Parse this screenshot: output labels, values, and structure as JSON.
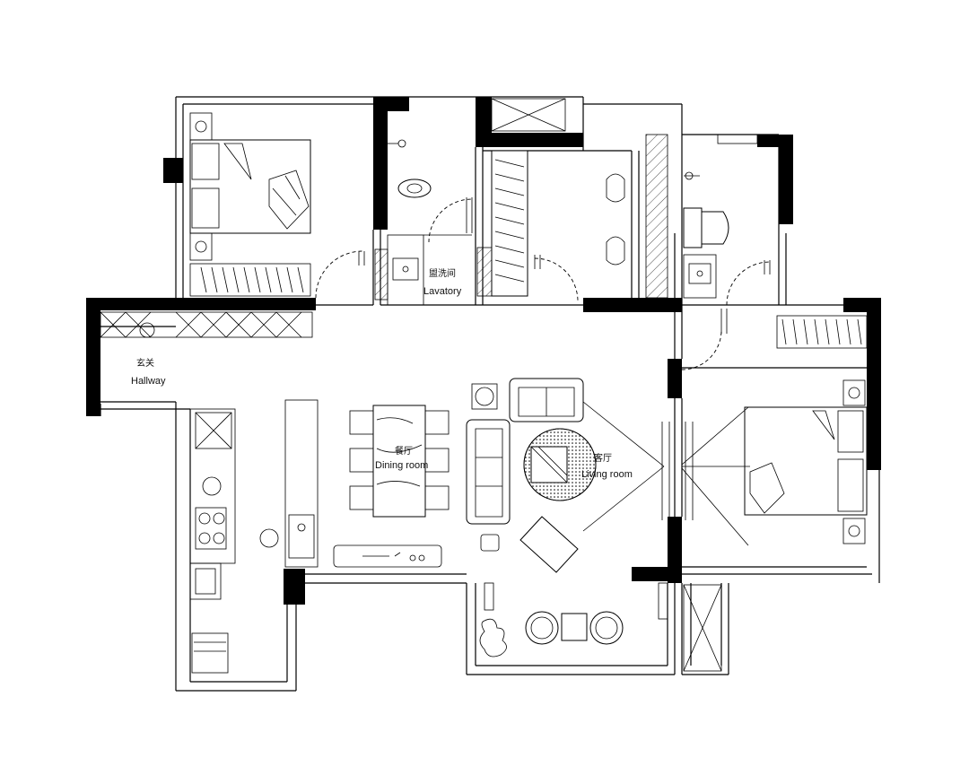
{
  "rooms": {
    "hallway_cn": "玄关",
    "hallway_en": "Hallway",
    "lavatory_cn": "盥洗间",
    "lavatory_en": "Lavatory",
    "dining_cn": "餐厅",
    "dining_en": "Dining room",
    "living_cn": "客厅",
    "living_en": "Living room"
  },
  "colors": {
    "line": "#000000",
    "background": "#ffffff"
  }
}
